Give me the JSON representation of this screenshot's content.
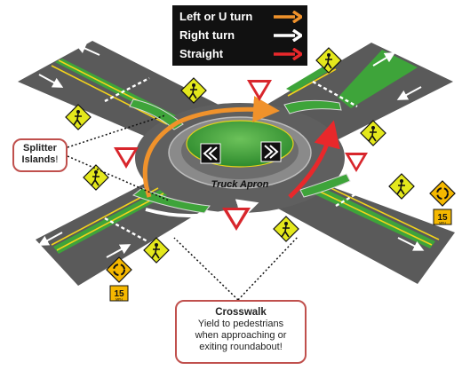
{
  "legend": {
    "items": [
      {
        "label": "Left or U turn",
        "color": "#f0922b",
        "icon": "u-turn-arrow-icon"
      },
      {
        "label": "Right turn",
        "color": "#ffffff",
        "icon": "right-turn-arrow-icon"
      },
      {
        "label": "Straight",
        "color": "#e8282b",
        "icon": "straight-arrow-icon"
      }
    ]
  },
  "callouts": {
    "splitter_line1": "Splitter",
    "splitter_line2": "Islands",
    "splitter_bang": "!",
    "crosswalk_title": "Crosswalk",
    "crosswalk_line1": "Yield to pedestrians",
    "crosswalk_line2": "when approaching or",
    "crosswalk_line3": "exiting roundabout!"
  },
  "diagram": {
    "apron_label": "Truck Apron",
    "speed_sign": "15",
    "speed_sign_unit": "MPH",
    "colors": {
      "road": "#5a5a5a",
      "median": "#3ea43a",
      "yellow_line": "#f2d21b",
      "yield": "#d8262c",
      "ped_sign": "#e4e81c",
      "roundabout_sign": "#f5b800",
      "callout_border": "#c0504d"
    }
  }
}
